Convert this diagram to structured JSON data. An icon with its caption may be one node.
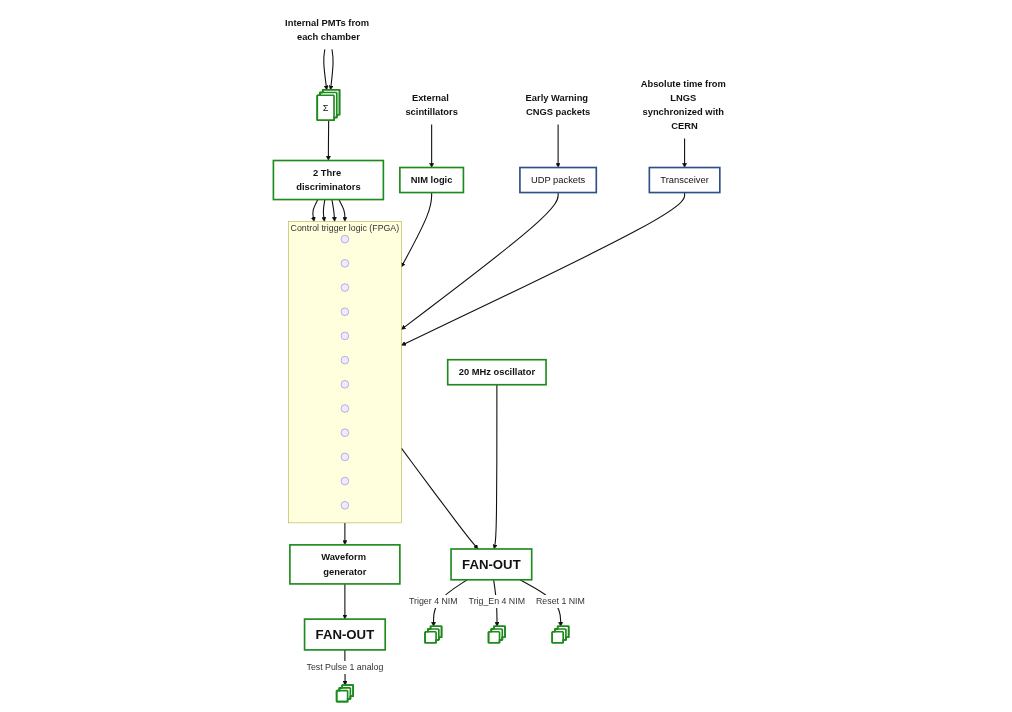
{
  "diagram": {
    "nodes": [
      {
        "text": [
          "Internal PMTs from each chamber"
        ]
      },
      {
        "text": [
          "Σ"
        ]
      },
      {
        "text": [
          "External scintillators"
        ]
      },
      {
        "text": [
          "Early Warning CNGS packets"
        ]
      },
      {
        "text": [
          "Absolute time from LNGS synchronized with CERN"
        ]
      },
      {
        "text": [
          "NIM logic"
        ]
      },
      {
        "text": [
          "2 Thre discriminators"
        ]
      },
      {
        "text": [
          "UDP packets"
        ]
      },
      {
        "text": [
          "Control trigger logic (FPGA)"
        ]
      },
      {
        "text": [],
        "shape": "circle",
        "in": 8
      },
      {
        "text": [],
        "shape": "circle",
        "in": 8
      },
      {
        "text": [],
        "shape": "circle",
        "in": 8
      },
      {
        "text": [],
        "shape": "circle",
        "in": 8
      },
      {
        "text": [],
        "shape": "circle",
        "in": 8
      },
      {
        "text": [],
        "shape": "circle",
        "in": 8
      },
      {
        "text": [],
        "shape": "circle",
        "in": 8
      },
      {
        "text": [],
        "shape": "circle",
        "in": 8
      },
      {
        "text": [],
        "shape": "circle",
        "in": 8
      },
      {
        "text": [],
        "shape": "circle",
        "in": 8
      },
      {
        "text": [],
        "shape": "circle",
        "in": 8
      },
      {
        "text": [],
        "shape": "circle",
        "in": 8
      },
      {
        "text": [
          "Transceiver"
        ]
      },
      {
        "text": [
          "Waveform generator"
        ]
      },
      {
        "text": [
          "FAN-OUT"
        ]
      },
      {
        "text": [
          "FAN-OUT"
        ]
      },
      {
        "text": [
          "20 MHz oscillator"
        ]
      },
      {
        "text": [],
        "shape": "box"
      },
      {
        "text": [],
        "shape": "box"
      },
      {
        "text": [],
        "shape": "box"
      },
      {
        "text": [],
        "shape": "box"
      }
    ],
    "edges": [
      {
        "from": 0,
        "to": 1,
        "arrow": "to"
      },
      {
        "from": 0,
        "to": 1,
        "arrow": "to"
      },
      {
        "from": 1,
        "to": 6,
        "arrow": "to"
      },
      {
        "from": 2,
        "to": 5,
        "arrow": "to"
      },
      {
        "from": 3,
        "to": 7,
        "arrow": "to"
      },
      {
        "from": 4,
        "to": 21,
        "arrow": "to"
      },
      {
        "from": 5,
        "to": 8,
        "arrow": "to"
      },
      {
        "from": 6,
        "to": 8,
        "arrow": "to"
      },
      {
        "from": 6,
        "to": 8,
        "arrow": "to"
      },
      {
        "from": 6,
        "to": 8,
        "arrow": "to"
      },
      {
        "from": 6,
        "to": 8,
        "arrow": "to"
      },
      {
        "from": 7,
        "to": 8,
        "arrow": "to"
      },
      {
        "from": 21,
        "to": 8,
        "arrow": "to"
      },
      {
        "from": 8,
        "to": 22,
        "arrow": "to"
      },
      {
        "from": 22,
        "to": 23,
        "arrow": "to"
      },
      {
        "from": 8,
        "to": 24,
        "arrow": "to"
      },
      {
        "from": 25,
        "to": 24,
        "arrow": "to"
      },
      {
        "from": 23,
        "to": 26,
        "label": "Test Pulse 1 analog",
        "arrow": "to"
      },
      {
        "from": 24,
        "to": 27,
        "label": "Triger 4 NIM",
        "arrow": "to"
      },
      {
        "from": 24,
        "to": 28,
        "label": "Trig_En 4 NIM",
        "arrow": "to"
      },
      {
        "from": 24,
        "to": 29,
        "label": "Reset 1 NIM",
        "arrow": "to"
      }
    ]
  }
}
